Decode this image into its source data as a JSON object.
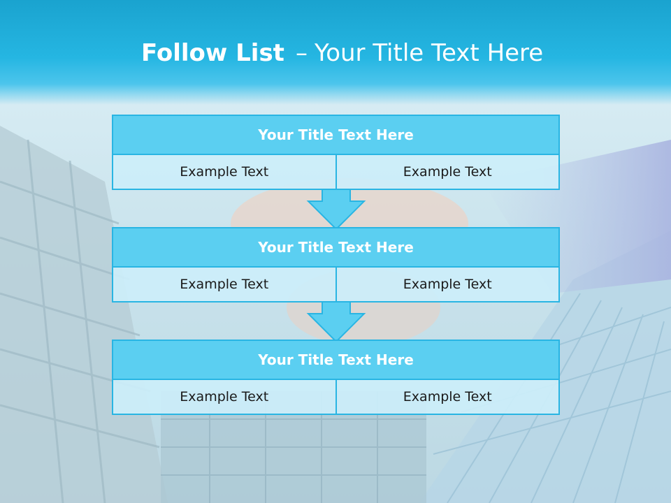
{
  "slide": {
    "title_bold": "Follow List",
    "title_dash": "–",
    "title_rest": "Your Title Text Here"
  },
  "blocks": [
    {
      "title": "Your Title Text Here",
      "cells": [
        "Example Text",
        "Example Text"
      ]
    },
    {
      "title": "Your Title Text Here",
      "cells": [
        "Example Text",
        "Example Text"
      ]
    },
    {
      "title": "Your Title Text Here",
      "cells": [
        "Example Text",
        "Example Text"
      ]
    }
  ],
  "colors": {
    "accent": "#29b5e3",
    "title_fill": "#5bcff1",
    "cell_fill": "#ccecf9",
    "header_band": "#25b6e2"
  },
  "icons": [
    "down-arrow-icon",
    "down-arrow-icon"
  ]
}
